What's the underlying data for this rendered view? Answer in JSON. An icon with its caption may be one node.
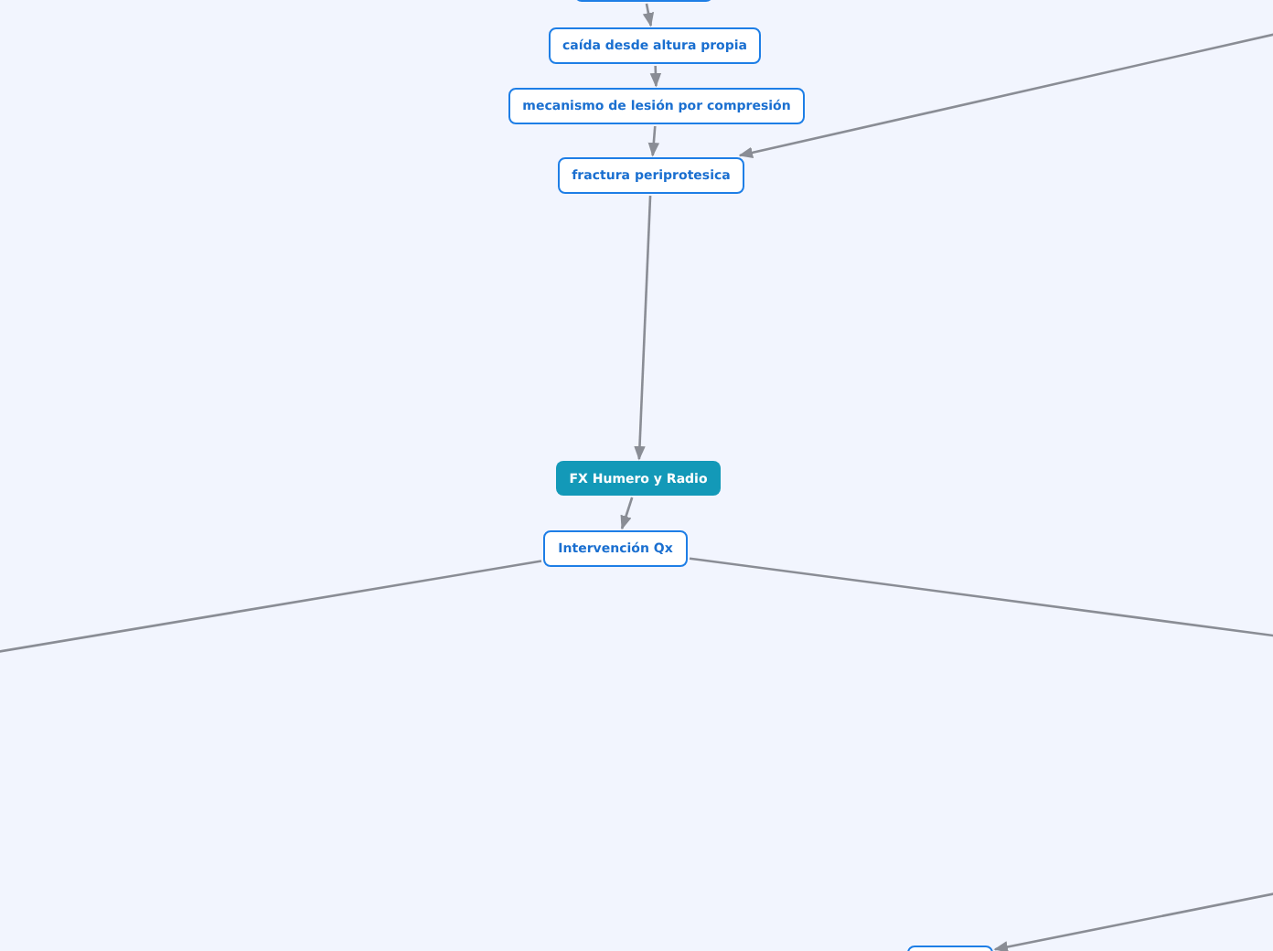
{
  "diagram": {
    "nodes": [
      {
        "text": [],
        "shape": "box"
      },
      {
        "text": [
          "caída desde altura propia"
        ]
      },
      {
        "text": [
          "mecanismo de lesión por compresión"
        ]
      },
      {
        "text": [
          "fractura periprotesica"
        ]
      },
      {
        "text": [
          "FX Humero y Radio"
        ]
      },
      {
        "text": [
          "Intervención Qx"
        ]
      },
      {
        "text": [],
        "shape": "box"
      }
    ],
    "edges": [
      {
        "from": 0,
        "to": 1,
        "arrow": "to"
      },
      {
        "from": 1,
        "to": 2,
        "arrow": "to"
      },
      {
        "from": 2,
        "to": 3,
        "arrow": "to"
      },
      {
        "from": null,
        "to": 3,
        "arrow": "to"
      },
      {
        "from": 3,
        "to": 4,
        "arrow": "to"
      },
      {
        "from": 4,
        "to": 5,
        "arrow": "to"
      },
      {
        "from": 5,
        "to": null,
        "arrow": "none"
      },
      {
        "from": 5,
        "to": null,
        "arrow": "none"
      },
      {
        "from": null,
        "to": 6,
        "arrow": "to"
      }
    ]
  }
}
